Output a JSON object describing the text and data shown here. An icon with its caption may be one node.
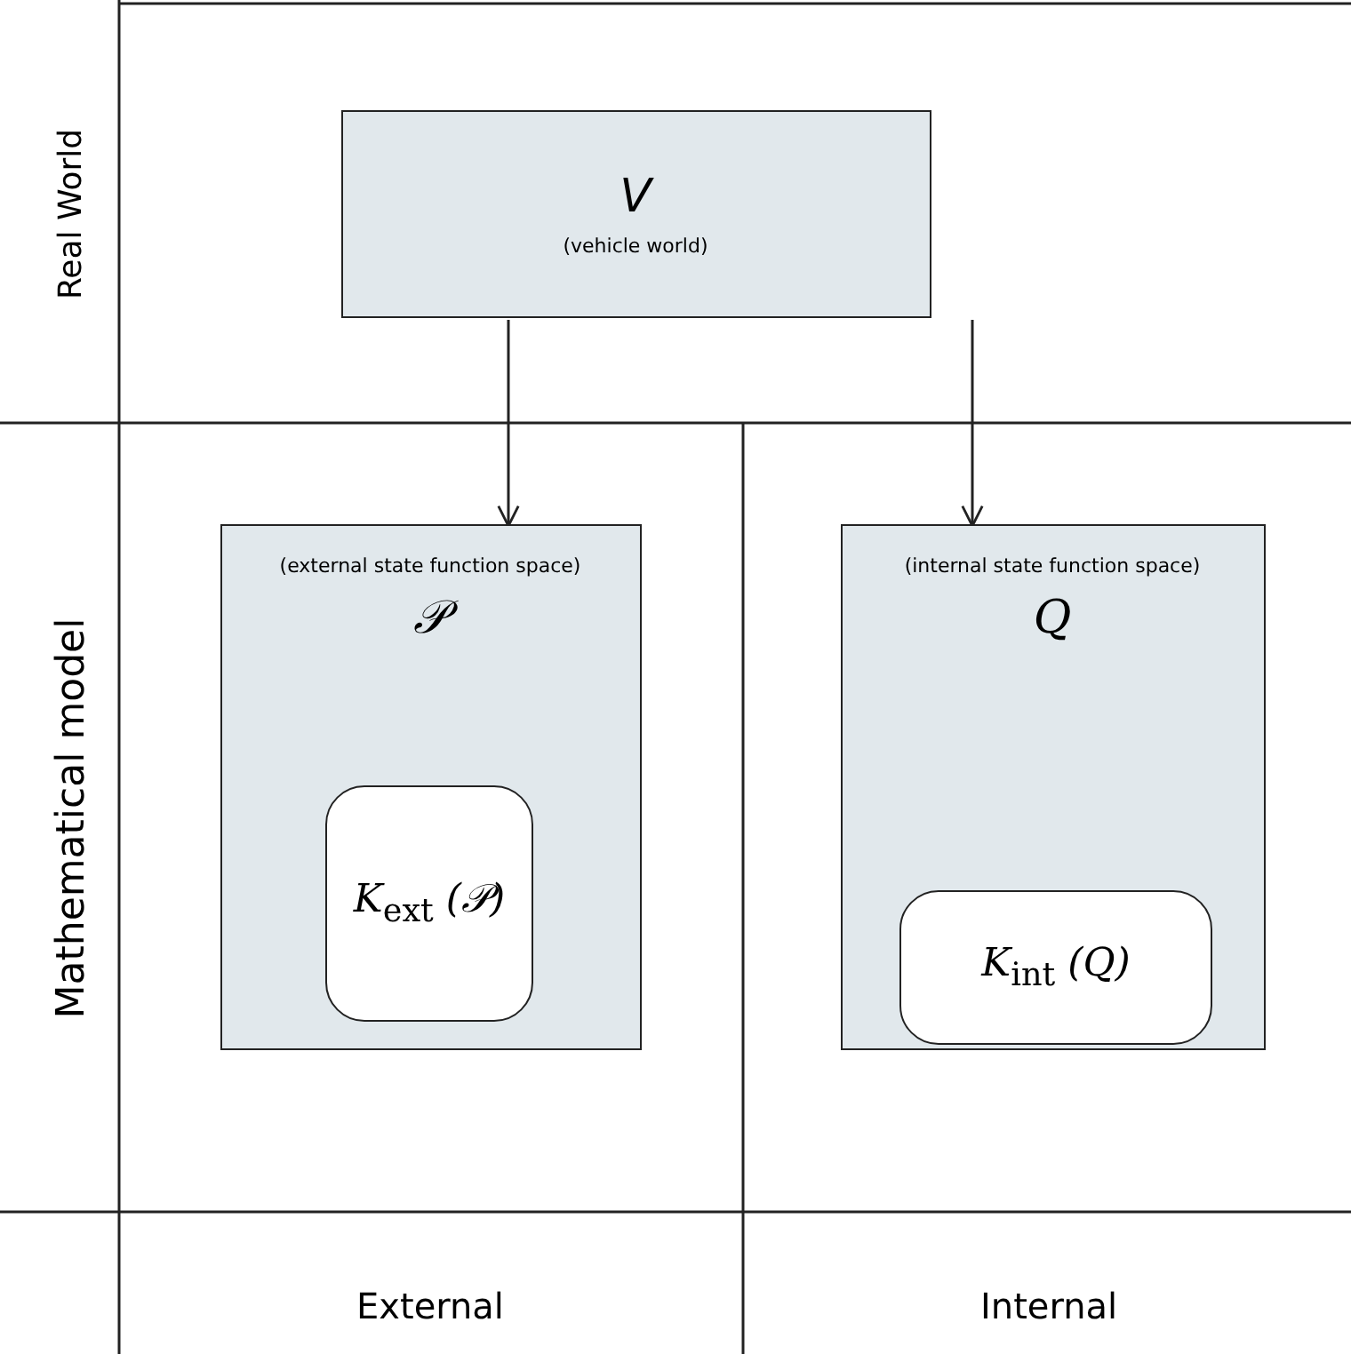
{
  "diagram": {
    "nodes": [
      {
        "text": [
          "V",
          "(vehicle world)"
        ]
      },
      {
        "text": [
          "(external state function space)",
          "𝒫"
        ]
      },
      {
        "text": [
          "*K*$_{ext}$ *(𝒫)*"
        ],
        "in": 1
      },
      {
        "text": [
          "(internal state function space)",
          "Q"
        ]
      },
      {
        "text": [
          "*K*$_{int}$ *(Q)*"
        ],
        "in": 3
      }
    ],
    "edges": [
      {
        "from": 0,
        "to": 1,
        "arrow": "to"
      },
      {
        "from": 0,
        "to": 3,
        "arrow": "to"
      }
    ],
    "labels": [
      "Real World",
      "Mathematical model",
      "External",
      "Internal"
    ]
  }
}
